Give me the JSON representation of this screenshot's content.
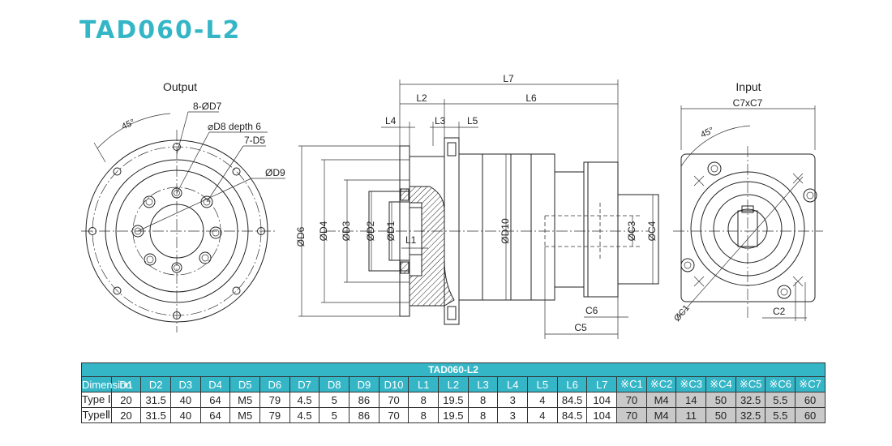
{
  "title": "TAD060-L2",
  "views": {
    "output": {
      "label": "Output",
      "callouts": {
        "angle": "45°",
        "holes_outer": "8-ØD7",
        "thread_depth": "⌀D8 depth 6",
        "holes_inner": "7-D5",
        "pcd": "ØD9"
      }
    },
    "side": {
      "lengths": {
        "l7": "L7",
        "l2": "L2",
        "l6": "L6",
        "l4": "L4",
        "l3": "L3",
        "l5": "L5",
        "l1": "L1",
        "c5": "C5",
        "c6": "C6"
      },
      "diameters": {
        "d6": "ØD6",
        "d4": "ØD4",
        "d3": "ØD3",
        "d2": "ØD2",
        "d1": "ØD1",
        "d10": "ØD10",
        "c3": "ØC3",
        "c4": "ØC4"
      }
    },
    "input": {
      "label": "Input",
      "callouts": {
        "square": "C7xC7",
        "angle": "45°",
        "c1": "ØC1",
        "c2": "C2"
      }
    }
  },
  "table": {
    "caption": "TAD060-L2",
    "headers": [
      "Dimension",
      "D1",
      "D2",
      "D3",
      "D4",
      "D5",
      "D6",
      "D7",
      "D8",
      "D9",
      "D10",
      "L1",
      "L2",
      "L3",
      "L4",
      "L5",
      "L6",
      "L7",
      "※C1",
      "※C2",
      "※C3",
      "※C4",
      "※C5",
      "※C6",
      "※C7"
    ],
    "rows": [
      [
        "Type Ⅰ",
        "20",
        "31.5",
        "40",
        "64",
        "M5",
        "79",
        "4.5",
        "5",
        "86",
        "70",
        "8",
        "19.5",
        "8",
        "3",
        "4",
        "84.5",
        "104",
        "70",
        "M4",
        "14",
        "50",
        "32.5",
        "5.5",
        "60"
      ],
      [
        "TypeⅡ",
        "20",
        "31.5",
        "40",
        "64",
        "M5",
        "79",
        "4.5",
        "5",
        "86",
        "70",
        "8",
        "19.5",
        "8",
        "3",
        "4",
        "84.5",
        "104",
        "70",
        "M4",
        "11",
        "50",
        "32.5",
        "5.5",
        "60"
      ]
    ]
  }
}
